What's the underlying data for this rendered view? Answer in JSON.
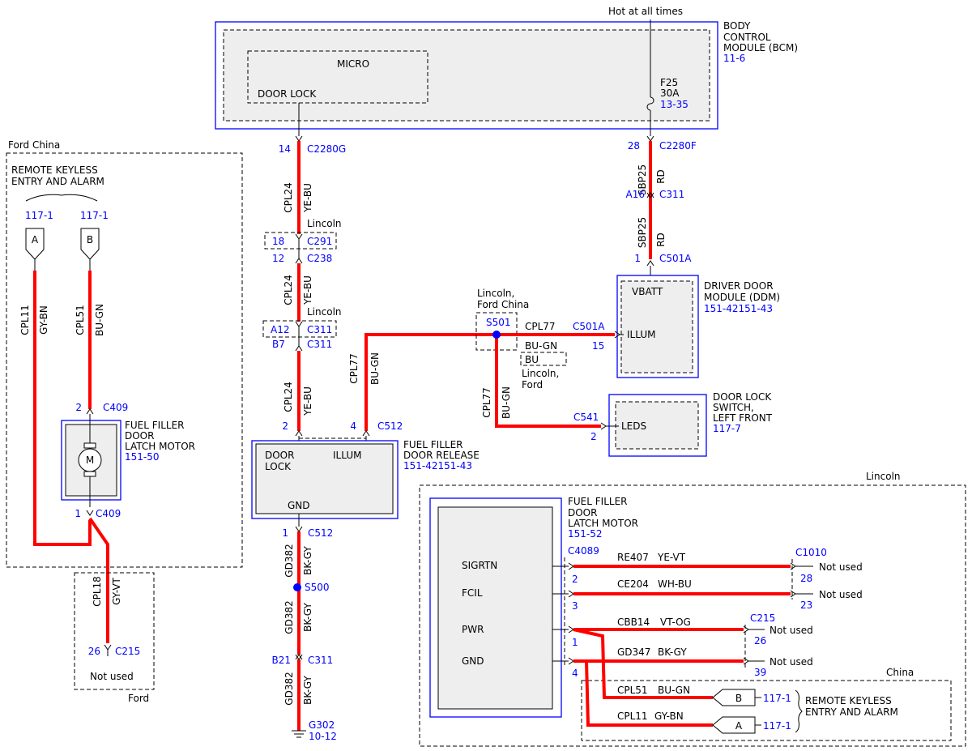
{
  "header": {
    "hot_label": "Hot at all times"
  },
  "bcm": {
    "name_l1": "BODY",
    "name_l2": "CONTROL",
    "name_l3": "MODULE (BCM)",
    "ref": "11-6",
    "micro": "MICRO",
    "door_lock": "DOOR LOCK",
    "fuse_name": "F25",
    "fuse_rating": "30A",
    "fuse_ref": "13-35"
  },
  "connectors": {
    "bcm_g_pin": "14",
    "bcm_g": "C2280G",
    "bcm_f_pin": "28",
    "bcm_f": "C2280F",
    "c311_a_pin": "A16",
    "c311_a": "C311",
    "c501a_pin": "1",
    "c501a": "C501A",
    "c291_pin": "18",
    "c291": "C291",
    "c238_pin": "12",
    "c238": "C238",
    "c311_b_top_pin": "A12",
    "c311_b_top": "C311",
    "c311_b_bot_pin": "B7",
    "c311_b_bot": "C311",
    "c512_pin2": "2",
    "c512_pin4": "4",
    "c512": "C512",
    "c512_pin1": "1",
    "c512_b": "C512",
    "s500": "S500",
    "c311_c_pin": "B21",
    "c311_c": "C311",
    "g302": "G302",
    "g302_ref": "10-12",
    "s501": "S501",
    "c501a_illum": "C501A",
    "c501a_illum_pin": "15",
    "c541": "C541",
    "c541_pin": "2",
    "c409_top_pin": "2",
    "c409_top": "C409",
    "c409_bot_pin": "1",
    "c409_bot": "C409",
    "c215_left_pin": "26",
    "c215_left": "C215"
  },
  "wires": {
    "sbp25": "SBP25",
    "rd": "RD",
    "cpl24": "CPL24",
    "ye_bu": "YE-BU",
    "cpl77": "CPL77",
    "bu_gn": "BU-GN",
    "bu": "BU",
    "gd382": "GD382",
    "bk_gy": "BK-GY",
    "cpl11": "CPL11",
    "gy_bn": "GY-BN",
    "cpl51": "CPL51",
    "cpl18": "CPL18",
    "gy_vt": "GY-VT"
  },
  "labels": {
    "lincoln": "Lincoln",
    "lincoln_ford_china_l1": "Lincoln,",
    "lincoln_ford_china_l2": "Ford China",
    "lincoln_ford_l1": "Lincoln,",
    "lincoln_ford_l2": "Ford",
    "ford_china": "Ford China",
    "ford": "Ford",
    "china": "China",
    "not_used": "Not used"
  },
  "ddm": {
    "l1": "DRIVER DOOR",
    "l2": "MODULE (DDM)",
    "ref": "151-42151-43",
    "vbatt": "VBATT",
    "illum": "ILLUM"
  },
  "dls": {
    "l1": "DOOR LOCK",
    "l2": "SWITCH,",
    "l3": "LEFT FRONT",
    "ref": "117-7",
    "leds": "LEDS"
  },
  "ffdr": {
    "l1": "FUEL FILLER",
    "l2": "DOOR RELEASE",
    "ref": "151-42151-43",
    "door": "DOOR",
    "lock": "LOCK",
    "illum": "ILLUM",
    "gnd": "GND"
  },
  "rke_left": {
    "l1": "REMOTE KEYLESS",
    "l2": "ENTRY AND ALARM",
    "ref_a": "117-1",
    "ref_b": "117-1",
    "pin_a": "A",
    "pin_b": "B"
  },
  "motor_left": {
    "l1": "FUEL FILLER",
    "l2": "DOOR",
    "l3": "LATCH MOTOR",
    "ref": "151-50",
    "m": "M"
  },
  "motor_right": {
    "l1": "FUEL FILLER",
    "l2": "DOOR",
    "l3": "LATCH MOTOR",
    "ref": "151-52",
    "c4089": "C4089",
    "sigrtn": "SIGRTN",
    "fcil": "FCIL",
    "pwr": "PWR",
    "gnd": "GND",
    "pin2": "2",
    "pin3": "3",
    "pin1": "1",
    "pin4": "4"
  },
  "right_wires": {
    "re407": "RE407",
    "ye_vt": "YE-VT",
    "c1010": "C1010",
    "p28": "28",
    "ce204": "CE204",
    "wh_bu": "WH-BU",
    "p23": "23",
    "cbb14": "CBB14",
    "vt_og": "VT-OG",
    "c215": "C215",
    "p26": "26",
    "gd347": "GD347",
    "bk_gy": "BK-GY",
    "p39": "39",
    "cpl51": "CPL51",
    "bu_gn": "BU-GN",
    "cpl11": "CPL11",
    "gy_bn": "GY-BN"
  },
  "rke_right": {
    "l1": "REMOTE KEYLESS",
    "l2": "ENTRY AND ALARM",
    "ref_b": "117-1",
    "ref_a": "117-1",
    "pin_b": "B",
    "pin_a": "A"
  }
}
